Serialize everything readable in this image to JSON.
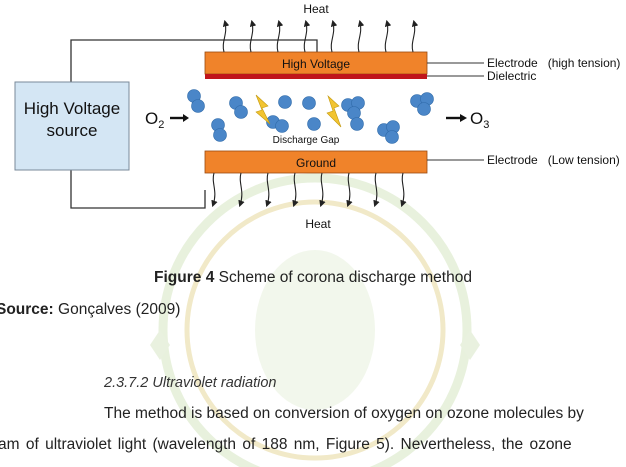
{
  "diagram": {
    "heat_top": "Heat",
    "heat_bottom": "Heat",
    "source_line1": "High Voltage",
    "source_line2": "source",
    "o2_main": "O",
    "o2_sub": "2",
    "o3_main": "O",
    "o3_sub": "3",
    "hv_electrode_label": "High Voltage",
    "ground_label": "Ground",
    "gap_label": "Discharge Gap",
    "callout_top": "Electrode   (high tension)",
    "callout_dielectric": "Dielectric",
    "callout_bottom": "Electrode   (Low tension)",
    "colors": {
      "electrode": "#f0832a",
      "dielectric": "#c0151b",
      "source_box": "#d4e6f4",
      "molecule": "#4a86c8",
      "spark": "#f2c431"
    }
  },
  "caption": {
    "label": "Figure 4",
    "text": " Scheme of corona discharge method"
  },
  "source": {
    "label": "Source:",
    "text": " Gonçalves (2009)"
  },
  "section_heading": "2.3.7.2 Ultraviolet radiation",
  "paragraph": {
    "line1": "The method is based on conversion of oxygen on ozone molecules by",
    "line2": "am of ultraviolet light (wavelength of 188 nm, Figure 5). Nevertheless, the ozone"
  }
}
